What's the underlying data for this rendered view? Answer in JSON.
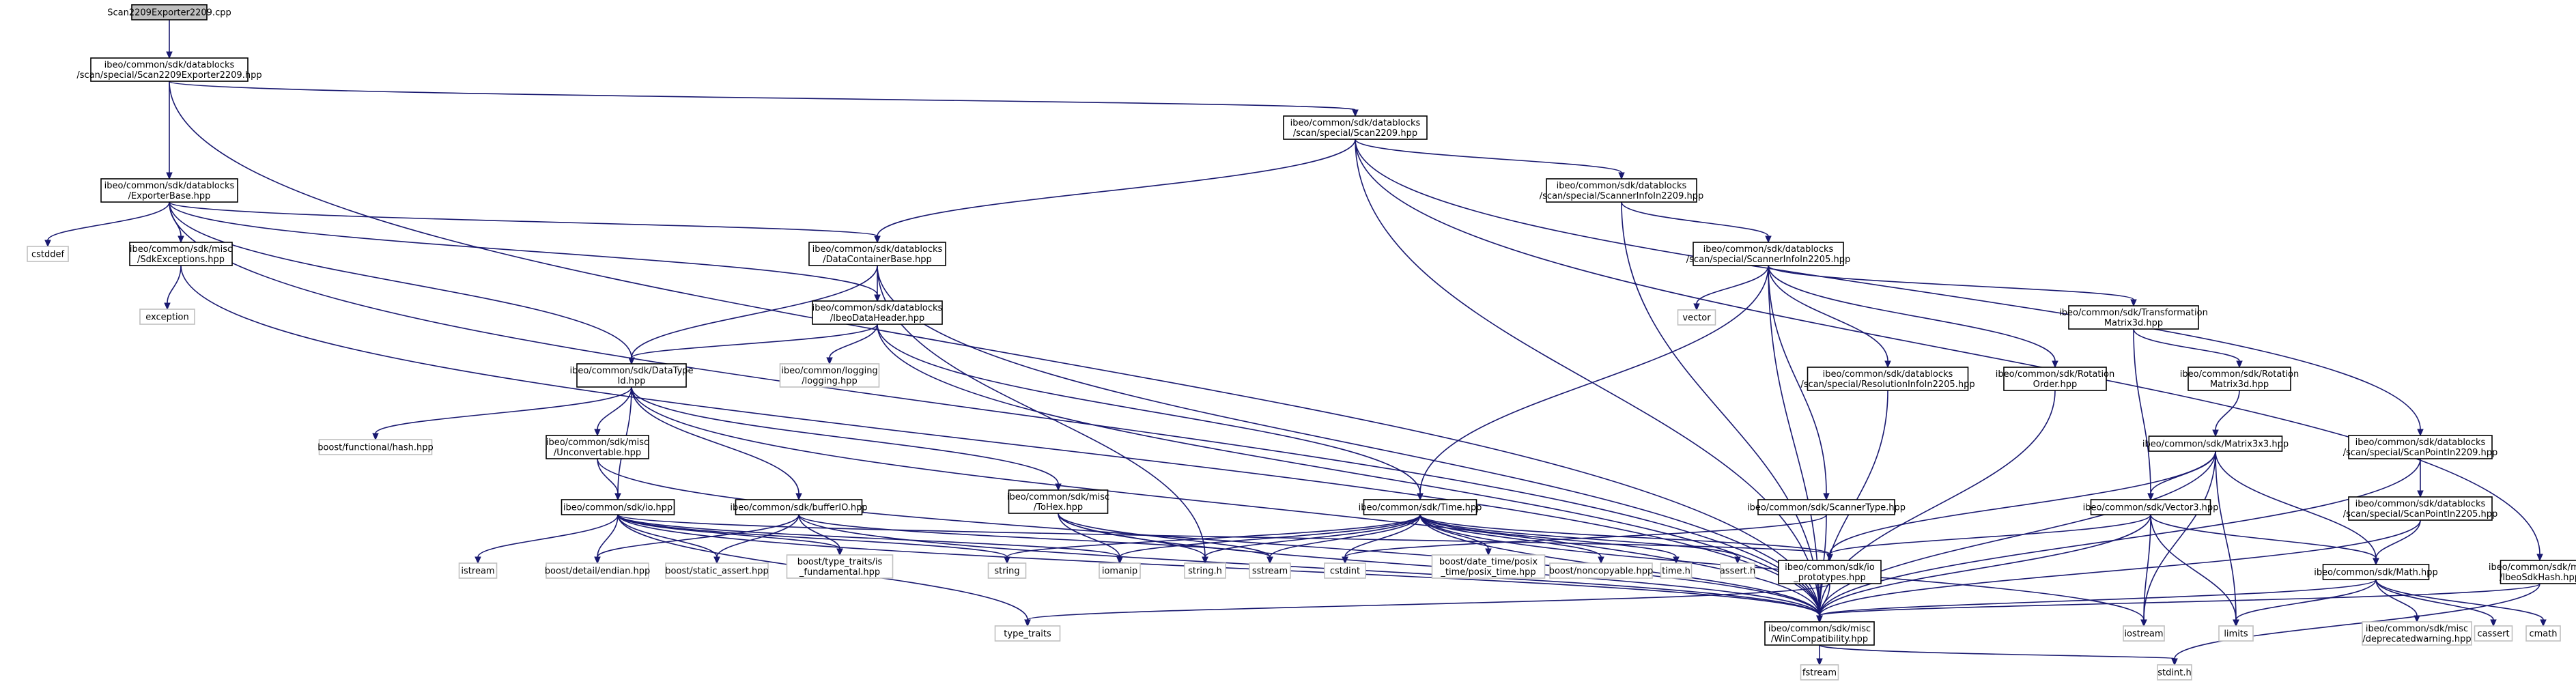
{
  "nodes": [
    {
      "id": "cpp",
      "lines": [
        "Scan2209Exporter2209.cpp"
      ],
      "root": true
    },
    {
      "id": "expHpp",
      "lines": [
        "ibeo/common/sdk/datablocks",
        "/scan/special/Scan2209Exporter2209.hpp"
      ]
    },
    {
      "id": "scanHpp",
      "lines": [
        "ibeo/common/sdk/datablocks",
        "/scan/special/Scan2209.hpp"
      ]
    },
    {
      "id": "exporterBase",
      "lines": [
        "ibeo/common/sdk/datablocks",
        "/ExporterBase.hpp"
      ]
    },
    {
      "id": "cstddef",
      "lines": [
        "cstddef"
      ],
      "sys": true
    },
    {
      "id": "sdkExc",
      "lines": [
        "ibeo/common/sdk/misc",
        "/SdkExceptions.hpp"
      ]
    },
    {
      "id": "exception",
      "lines": [
        "exception"
      ],
      "sys": true
    },
    {
      "id": "dcBase",
      "lines": [
        "ibeo/common/sdk/datablocks",
        "/DataContainerBase.hpp"
      ]
    },
    {
      "id": "ibeoHdr",
      "lines": [
        "ibeo/common/sdk/datablocks",
        "/IbeoDataHeader.hpp"
      ]
    },
    {
      "id": "dataType",
      "lines": [
        "ibeo/common/sdk/DataType",
        "Id.hpp"
      ]
    },
    {
      "id": "logging",
      "lines": [
        "ibeo/common/logging",
        "/logging.hpp"
      ],
      "sys": true
    },
    {
      "id": "bfHash",
      "lines": [
        "boost/functional/hash.hpp"
      ],
      "sys": true
    },
    {
      "id": "unconv",
      "lines": [
        "ibeo/common/sdk/misc",
        "/Unconvertable.hpp"
      ]
    },
    {
      "id": "ioHpp",
      "lines": [
        "ibeo/common/sdk/io.hpp"
      ]
    },
    {
      "id": "bufferIO",
      "lines": [
        "ibeo/common/sdk/bufferIO.hpp"
      ]
    },
    {
      "id": "toHex",
      "lines": [
        "ibeo/common/sdk/misc",
        "/ToHex.hpp"
      ]
    },
    {
      "id": "timeHpp",
      "lines": [
        "ibeo/common/sdk/Time.hpp"
      ]
    },
    {
      "id": "siInfo2209",
      "lines": [
        "ibeo/common/sdk/datablocks",
        "/scan/special/ScannerInfoIn2209.hpp"
      ]
    },
    {
      "id": "siInfo2205",
      "lines": [
        "ibeo/common/sdk/datablocks",
        "/scan/special/ScannerInfoIn2205.hpp"
      ]
    },
    {
      "id": "vector",
      "lines": [
        "vector"
      ],
      "sys": true
    },
    {
      "id": "resInfo",
      "lines": [
        "ibeo/common/sdk/datablocks",
        "/scan/special/ResolutionInfoIn2205.hpp"
      ]
    },
    {
      "id": "rotOrder",
      "lines": [
        "ibeo/common/sdk/Rotation",
        "Order.hpp"
      ]
    },
    {
      "id": "transMat",
      "lines": [
        "ibeo/common/sdk/Transformation",
        "Matrix3d.hpp"
      ]
    },
    {
      "id": "rotMat",
      "lines": [
        "ibeo/common/sdk/Rotation",
        "Matrix3d.hpp"
      ]
    },
    {
      "id": "scannerType",
      "lines": [
        "ibeo/common/sdk/ScannerType.hpp"
      ]
    },
    {
      "id": "mat3x3",
      "lines": [
        "ibeo/common/sdk/Matrix3x3.hpp"
      ]
    },
    {
      "id": "vec3",
      "lines": [
        "ibeo/common/sdk/Vector3.hpp"
      ]
    },
    {
      "id": "sp2209",
      "lines": [
        "ibeo/common/sdk/datablocks",
        "/scan/special/ScanPointIn2209.hpp"
      ]
    },
    {
      "id": "sp2205",
      "lines": [
        "ibeo/common/sdk/datablocks",
        "/scan/special/ScanPointIn2205.hpp"
      ]
    },
    {
      "id": "math",
      "lines": [
        "ibeo/common/sdk/Math.hpp"
      ]
    },
    {
      "id": "sdkHash",
      "lines": [
        "ibeo/common/sdk/misc",
        "/IbeoSdkHash.hpp"
      ]
    },
    {
      "id": "ioProto",
      "lines": [
        "ibeo/common/sdk/io",
        "_prototypes.hpp"
      ]
    },
    {
      "id": "winCompat",
      "lines": [
        "ibeo/common/sdk/misc",
        "/WinCompatibility.hpp"
      ]
    },
    {
      "id": "istream",
      "lines": [
        "istream"
      ],
      "sys": true
    },
    {
      "id": "endian",
      "lines": [
        "boost/detail/endian.hpp"
      ],
      "sys": true
    },
    {
      "id": "staticAssert",
      "lines": [
        "boost/static_assert.hpp"
      ],
      "sys": true
    },
    {
      "id": "typeTraitsIs",
      "lines": [
        "boost/type_traits/is",
        "_fundamental.hpp"
      ],
      "sys": true
    },
    {
      "id": "string",
      "lines": [
        "string"
      ],
      "sys": true
    },
    {
      "id": "iomanip",
      "lines": [
        "iomanip"
      ],
      "sys": true
    },
    {
      "id": "stringH",
      "lines": [
        "string.h"
      ],
      "sys": true
    },
    {
      "id": "sstream",
      "lines": [
        "sstream"
      ],
      "sys": true
    },
    {
      "id": "cstdint",
      "lines": [
        "cstdint"
      ],
      "sys": true
    },
    {
      "id": "posixTime",
      "lines": [
        "boost/date_time/posix",
        "_time/posix_time.hpp"
      ],
      "sys": true
    },
    {
      "id": "noncopy",
      "lines": [
        "boost/noncopyable.hpp"
      ],
      "sys": true
    },
    {
      "id": "timeH",
      "lines": [
        "time.h"
      ],
      "sys": true
    },
    {
      "id": "assertH",
      "lines": [
        "assert.h"
      ],
      "sys": true
    },
    {
      "id": "typeTraits",
      "lines": [
        "type_traits"
      ],
      "sys": true
    },
    {
      "id": "iostream",
      "lines": [
        "iostream"
      ],
      "sys": true
    },
    {
      "id": "limits",
      "lines": [
        "limits"
      ],
      "sys": true
    },
    {
      "id": "deprecated",
      "lines": [
        "ibeo/common/sdk/misc",
        "/deprecatedwarning.hpp"
      ],
      "sys": true
    },
    {
      "id": "cassert",
      "lines": [
        "cassert"
      ],
      "sys": true
    },
    {
      "id": "cmath",
      "lines": [
        "cmath"
      ],
      "sys": true
    },
    {
      "id": "fstream",
      "lines": [
        "fstream"
      ],
      "sys": true
    },
    {
      "id": "stdintH",
      "lines": [
        "stdint.h"
      ],
      "sys": true
    }
  ],
  "edges": [
    [
      "cpp",
      "expHpp"
    ],
    [
      "expHpp",
      "scanHpp"
    ],
    [
      "expHpp",
      "exporterBase"
    ],
    [
      "expHpp",
      "winCompat"
    ],
    [
      "scanHpp",
      "dcBase"
    ],
    [
      "scanHpp",
      "siInfo2209"
    ],
    [
      "scanHpp",
      "sp2209"
    ],
    [
      "scanHpp",
      "sdkHash"
    ],
    [
      "scanHpp",
      "winCompat"
    ],
    [
      "exporterBase",
      "cstddef"
    ],
    [
      "exporterBase",
      "sdkExc"
    ],
    [
      "exporterBase",
      "dcBase"
    ],
    [
      "exporterBase",
      "ibeoHdr"
    ],
    [
      "exporterBase",
      "dataType"
    ],
    [
      "exporterBase",
      "winCompat"
    ],
    [
      "sdkExc",
      "exception"
    ],
    [
      "sdkExc",
      "winCompat"
    ],
    [
      "dcBase",
      "ibeoHdr"
    ],
    [
      "dcBase",
      "dataType"
    ],
    [
      "dcBase",
      "stringH"
    ],
    [
      "dcBase",
      "winCompat"
    ],
    [
      "ibeoHdr",
      "dataType"
    ],
    [
      "ibeoHdr",
      "logging"
    ],
    [
      "ibeoHdr",
      "timeHpp"
    ],
    [
      "ibeoHdr",
      "winCompat"
    ],
    [
      "dataType",
      "bfHash"
    ],
    [
      "dataType",
      "unconv"
    ],
    [
      "dataType",
      "ioHpp"
    ],
    [
      "dataType",
      "bufferIO"
    ],
    [
      "dataType",
      "toHex"
    ],
    [
      "dataType",
      "winCompat"
    ],
    [
      "unconv",
      "ioHpp"
    ],
    [
      "unconv",
      "winCompat"
    ],
    [
      "ioHpp",
      "istream"
    ],
    [
      "ioHpp",
      "endian"
    ],
    [
      "ioHpp",
      "staticAssert"
    ],
    [
      "ioHpp",
      "typeTraitsIs"
    ],
    [
      "ioHpp",
      "string"
    ],
    [
      "ioHpp",
      "iomanip"
    ],
    [
      "ioHpp",
      "ioProto"
    ],
    [
      "ioHpp",
      "winCompat"
    ],
    [
      "ioHpp",
      "typeTraits"
    ],
    [
      "bufferIO",
      "endian"
    ],
    [
      "bufferIO",
      "staticAssert"
    ],
    [
      "bufferIO",
      "typeTraitsIs"
    ],
    [
      "bufferIO",
      "sstream"
    ],
    [
      "bufferIO",
      "winCompat"
    ],
    [
      "toHex",
      "iomanip"
    ],
    [
      "toHex",
      "stringH"
    ],
    [
      "toHex",
      "sstream"
    ],
    [
      "toHex",
      "winCompat"
    ],
    [
      "timeHpp",
      "string"
    ],
    [
      "timeHpp",
      "iomanip"
    ],
    [
      "timeHpp",
      "stringH"
    ],
    [
      "timeHpp",
      "sstream"
    ],
    [
      "timeHpp",
      "cstdint"
    ],
    [
      "timeHpp",
      "posixTime"
    ],
    [
      "timeHpp",
      "noncopy"
    ],
    [
      "timeHpp",
      "timeH"
    ],
    [
      "timeHpp",
      "assertH"
    ],
    [
      "timeHpp",
      "ioProto"
    ],
    [
      "timeHpp",
      "winCompat"
    ],
    [
      "timeHpp",
      "iostream"
    ],
    [
      "siInfo2209",
      "siInfo2205"
    ],
    [
      "siInfo2209",
      "winCompat"
    ],
    [
      "siInfo2205",
      "vector"
    ],
    [
      "siInfo2205",
      "timeHpp"
    ],
    [
      "siInfo2205",
      "scannerType"
    ],
    [
      "siInfo2205",
      "resInfo"
    ],
    [
      "siInfo2205",
      "rotOrder"
    ],
    [
      "siInfo2205",
      "transMat"
    ],
    [
      "siInfo2205",
      "winCompat"
    ],
    [
      "resInfo",
      "winCompat"
    ],
    [
      "rotOrder",
      "winCompat"
    ],
    [
      "transMat",
      "rotMat"
    ],
    [
      "transMat",
      "vec3"
    ],
    [
      "rotMat",
      "mat3x3"
    ],
    [
      "mat3x3",
      "vec3"
    ],
    [
      "mat3x3",
      "math"
    ],
    [
      "mat3x3",
      "ioProto"
    ],
    [
      "mat3x3",
      "winCompat"
    ],
    [
      "mat3x3",
      "iostream"
    ],
    [
      "mat3x3",
      "limits"
    ],
    [
      "scannerType",
      "cstdint"
    ],
    [
      "scannerType",
      "winCompat"
    ],
    [
      "vec3",
      "math"
    ],
    [
      "vec3",
      "ioProto"
    ],
    [
      "vec3",
      "winCompat"
    ],
    [
      "vec3",
      "iostream"
    ],
    [
      "vec3",
      "limits"
    ],
    [
      "sp2209",
      "sp2205"
    ],
    [
      "sp2209",
      "winCompat"
    ],
    [
      "sp2205",
      "math"
    ],
    [
      "sp2205",
      "winCompat"
    ],
    [
      "math",
      "winCompat"
    ],
    [
      "math",
      "limits"
    ],
    [
      "math",
      "deprecated"
    ],
    [
      "math",
      "cassert"
    ],
    [
      "math",
      "cmath"
    ],
    [
      "sdkHash",
      "winCompat"
    ],
    [
      "sdkHash",
      "stdintH"
    ],
    [
      "ioProto",
      "winCompat"
    ],
    [
      "ioProto",
      "typeTraits"
    ],
    [
      "winCompat",
      "fstream"
    ],
    [
      "winCompat",
      "stdintH"
    ]
  ]
}
